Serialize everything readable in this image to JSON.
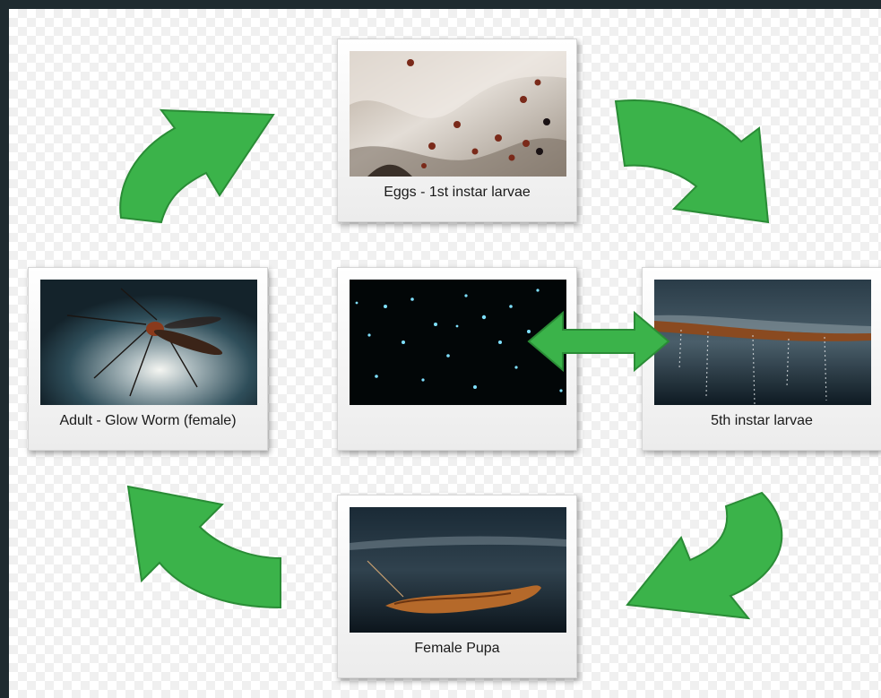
{
  "stages": {
    "eggs": "Eggs - 1st instar larvae",
    "glow": "",
    "adult": "Adult - Glow Worm (female)",
    "larvae": "5th instar larvae",
    "pupa": "Female Pupa"
  },
  "colors": {
    "arrow": "#3bb34a",
    "arrow_outline": "#2a8c36",
    "background": "#1f2b30"
  },
  "icons": {
    "cycle_arrows": "curved-arrow-icon",
    "double_arrow": "double-arrow-icon"
  }
}
